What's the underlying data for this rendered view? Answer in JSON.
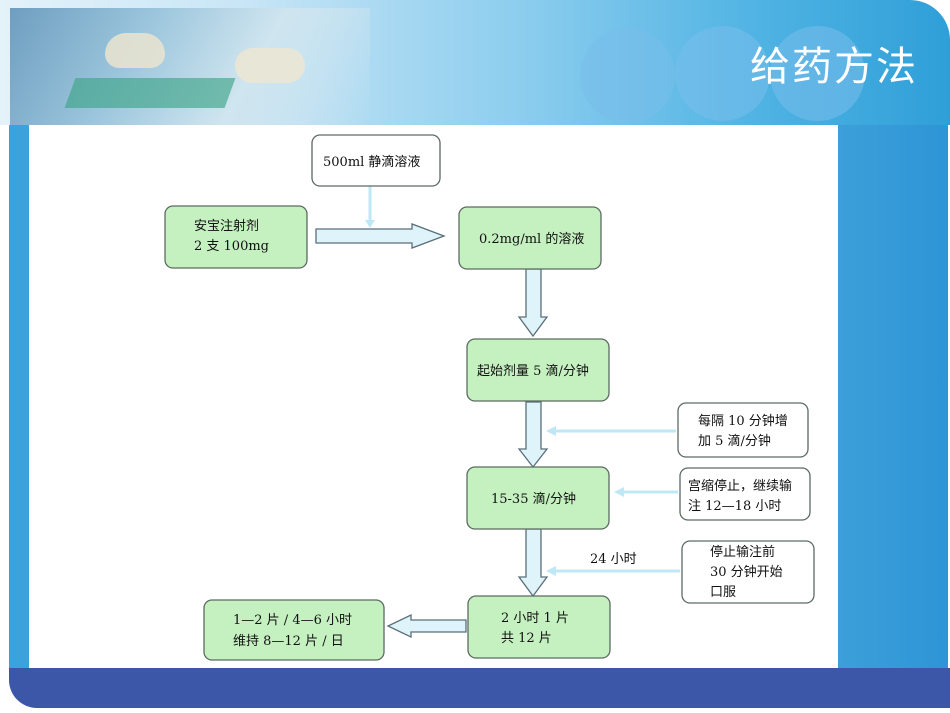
{
  "header": {
    "title": "给药方法"
  },
  "nodes": {
    "dilution": {
      "lines": [
        "500ml 静滴溶液"
      ]
    },
    "drug": {
      "lines": [
        "安宝注射剂",
        "2 支 100mg"
      ]
    },
    "solution": {
      "lines": [
        "0.2mg/ml 的溶液"
      ]
    },
    "start_dose": {
      "lines": [
        "起始剂量 5 滴/分钟"
      ]
    },
    "increase": {
      "lines": [
        "每隔 10 分钟增",
        "加 5 滴/分钟"
      ]
    },
    "maintain_rate": {
      "lines": [
        "15-35 滴/分钟"
      ]
    },
    "continue": {
      "lines": [
        "宫缩停止，继续输",
        "注 12—18 小时"
      ]
    },
    "oral_start": {
      "lines": [
        "停止输注前",
        "30 分钟开始",
        "口服"
      ]
    },
    "oral_dose": {
      "lines": [
        "2 小时 1 片",
        "共  12 片"
      ]
    },
    "oral_maintain": {
      "lines": [
        "1—2 片 / 4—6 小时",
        "维持 8—12 片 / 日"
      ]
    }
  },
  "labels": {
    "hours24": "24 小时"
  },
  "colors": {
    "node_green": "#c5f0c0",
    "node_white": "#ffffff",
    "arrow_fill": "#dff3fb",
    "arrow_stroke": "#5b6f78"
  }
}
